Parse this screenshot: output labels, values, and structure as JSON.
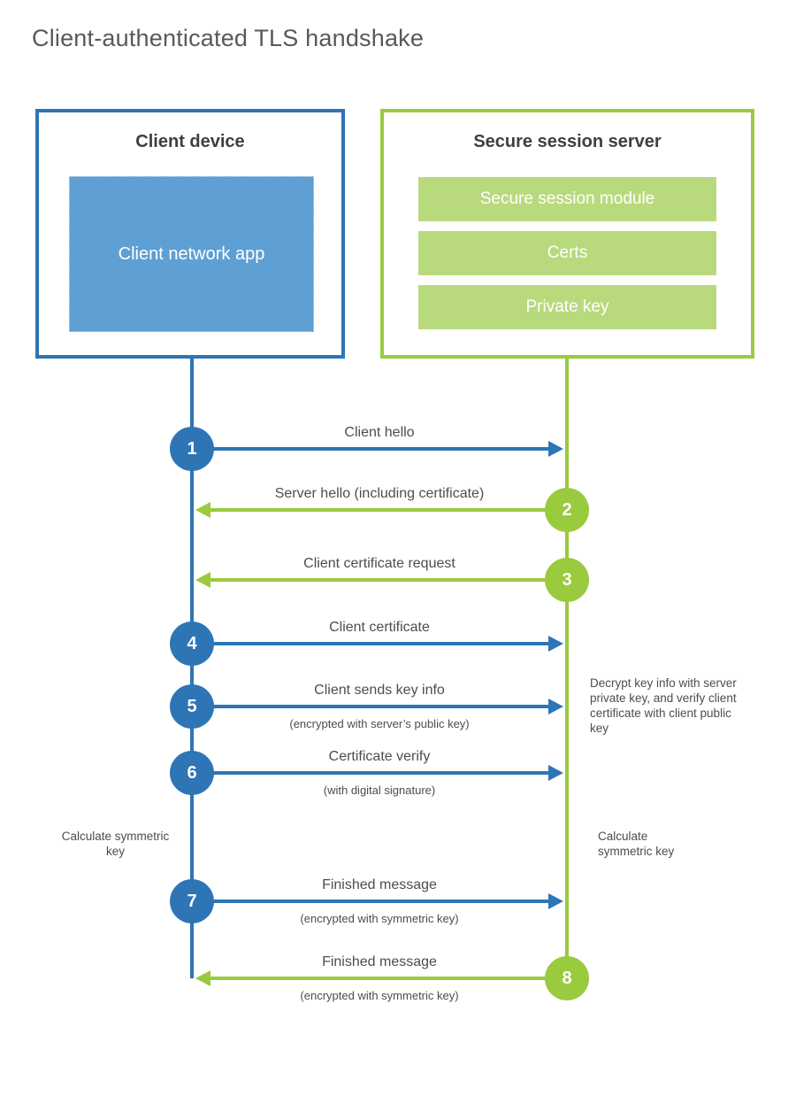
{
  "title": "Client-authenticated TLS handshake",
  "colors": {
    "blue": "#2e75b6",
    "blue_light": "#5e9fd4",
    "green": "#9aca3e",
    "green_light": "#b8da7d",
    "text_title": "#595959",
    "text_dark": "#3f3f3f",
    "text_gray": "#4d4d4d"
  },
  "client_box": {
    "title": "Client device",
    "app_label": "Client network app"
  },
  "server_box": {
    "title": "Secure session server",
    "modules": [
      "Secure session module",
      "Certs",
      "Private key"
    ]
  },
  "steps": [
    {
      "num": "1",
      "from": "client",
      "label": "Client hello",
      "sublabel": ""
    },
    {
      "num": "2",
      "from": "server",
      "label": "Server hello (including certificate)",
      "sublabel": ""
    },
    {
      "num": "3",
      "from": "server",
      "label": "Client certificate request",
      "sublabel": ""
    },
    {
      "num": "4",
      "from": "client",
      "label": "Client certificate",
      "sublabel": ""
    },
    {
      "num": "5",
      "from": "client",
      "label": "Client sends key info",
      "sublabel": "(encrypted with server’s public key)"
    },
    {
      "num": "6",
      "from": "client",
      "label": "Certificate verify",
      "sublabel": "(with digital signature)"
    },
    {
      "num": "7",
      "from": "client",
      "label": "Finished message",
      "sublabel": "(encrypted with symmetric key)"
    },
    {
      "num": "8",
      "from": "server",
      "label": "Finished message",
      "sublabel": "(encrypted with symmetric key)"
    }
  ],
  "notes": {
    "decrypt": "Decrypt key info with server private key, and verify client certificate with client public key",
    "calc_left": "Calculate symmetric key",
    "calc_right": "Calculate symmetric key"
  }
}
